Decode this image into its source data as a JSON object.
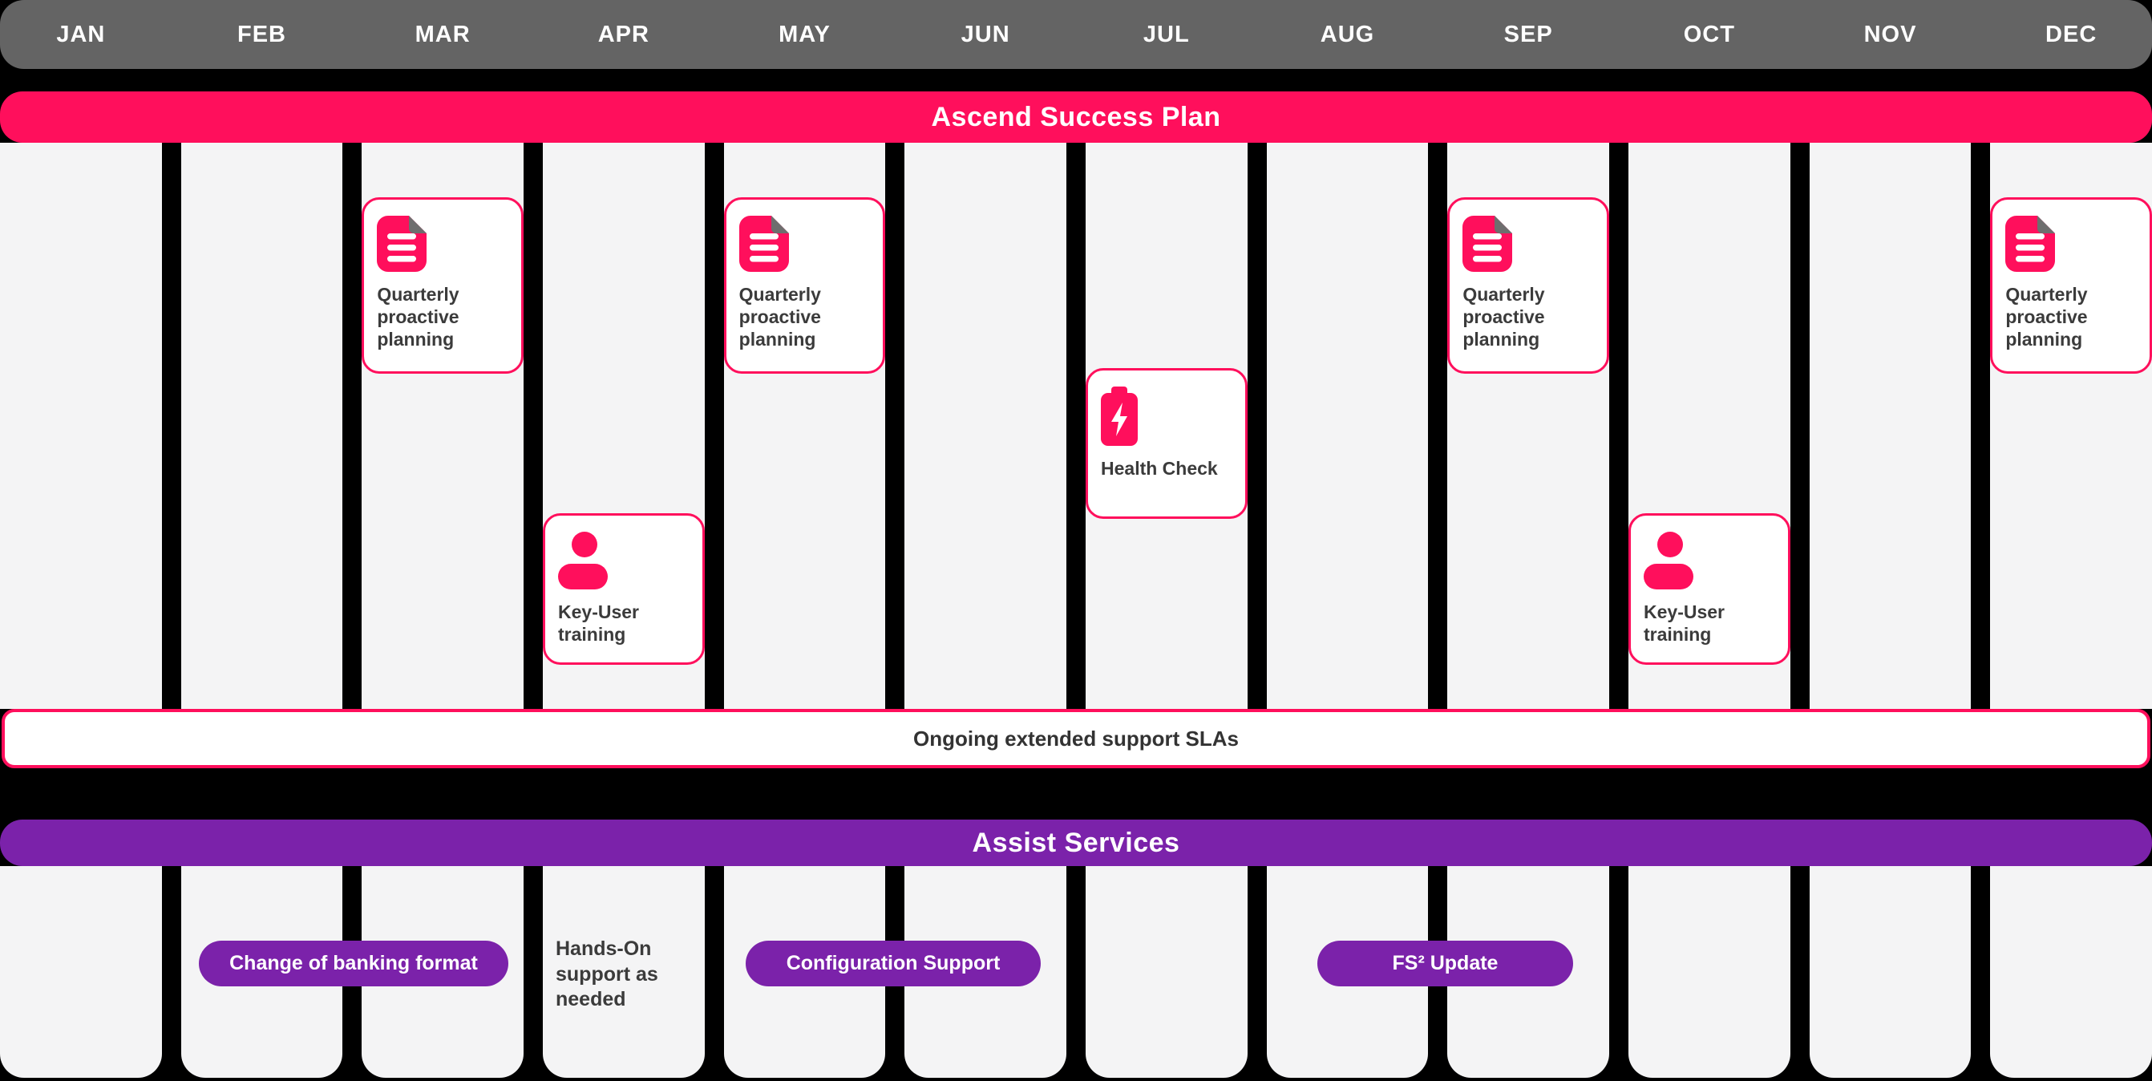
{
  "timeline": {
    "months": [
      "JAN",
      "FEB",
      "MAR",
      "APR",
      "MAY",
      "JUN",
      "JUL",
      "AUG",
      "SEP",
      "OCT",
      "NOV",
      "DEC"
    ]
  },
  "success_plan": {
    "title": "Ascend Success Plan",
    "cards": [
      {
        "label": "Quarterly proactive planning",
        "icon": "document-icon",
        "month": "MAR"
      },
      {
        "label": "Key-User training",
        "icon": "person-icon",
        "month": "APR"
      },
      {
        "label": "Quarterly proactive planning",
        "icon": "document-icon",
        "month": "MAY"
      },
      {
        "label": "Health Check",
        "icon": "battery-icon",
        "month": "JUL"
      },
      {
        "label": "Quarterly proactive planning",
        "icon": "document-icon",
        "month": "SEP"
      },
      {
        "label": "Key-User training",
        "icon": "person-icon",
        "month": "OCT"
      },
      {
        "label": "Quarterly proactive planning",
        "icon": "document-icon",
        "month": "DEC"
      }
    ],
    "sla_bar_label": "Ongoing extended support SLAs"
  },
  "assist_services": {
    "title": "Assist Services",
    "pills": [
      {
        "label": "Change of banking format",
        "span": "FEB-MAR"
      },
      {
        "label": "Configuration Support",
        "span": "MAY-JUN"
      },
      {
        "label": "FS² Update",
        "span": "AUG-SEP"
      }
    ],
    "note": "Hands-On support as needed"
  },
  "colors": {
    "pink": "#FF0F5C",
    "purple": "#7B22AA",
    "month_bar_gray": "#646464",
    "column_bg": "#F4F4F5",
    "background": "#000000",
    "text_dark": "#3B3B3B",
    "text_white": "#FFFFFF"
  }
}
